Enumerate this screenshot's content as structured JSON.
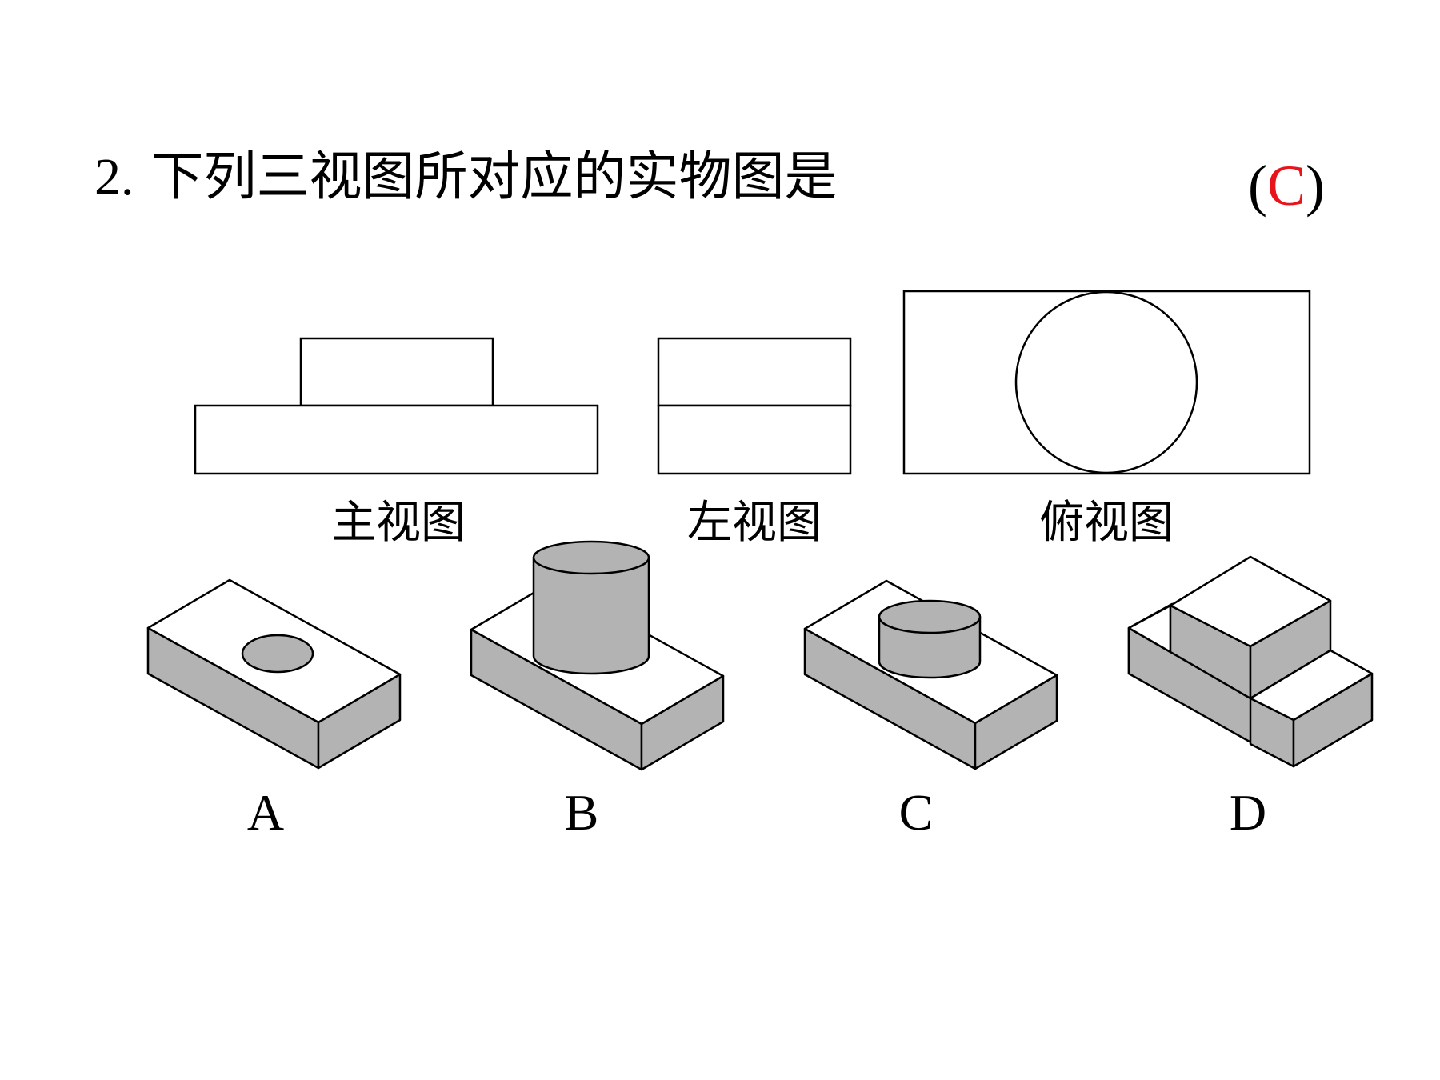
{
  "question": {
    "number": "2.",
    "text": "下列三视图所对应的实物图是",
    "answer_open": "(",
    "answer_letter": "C",
    "answer_close": ")"
  },
  "views": {
    "front_label": "主视图",
    "left_label": "左视图",
    "top_label": "俯视图"
  },
  "options": [
    {
      "label": "A"
    },
    {
      "label": "B"
    },
    {
      "label": "C"
    },
    {
      "label": "D"
    }
  ],
  "colors": {
    "answer": "#e8141b",
    "shade": "#b3b3b3",
    "line": "#000000"
  }
}
